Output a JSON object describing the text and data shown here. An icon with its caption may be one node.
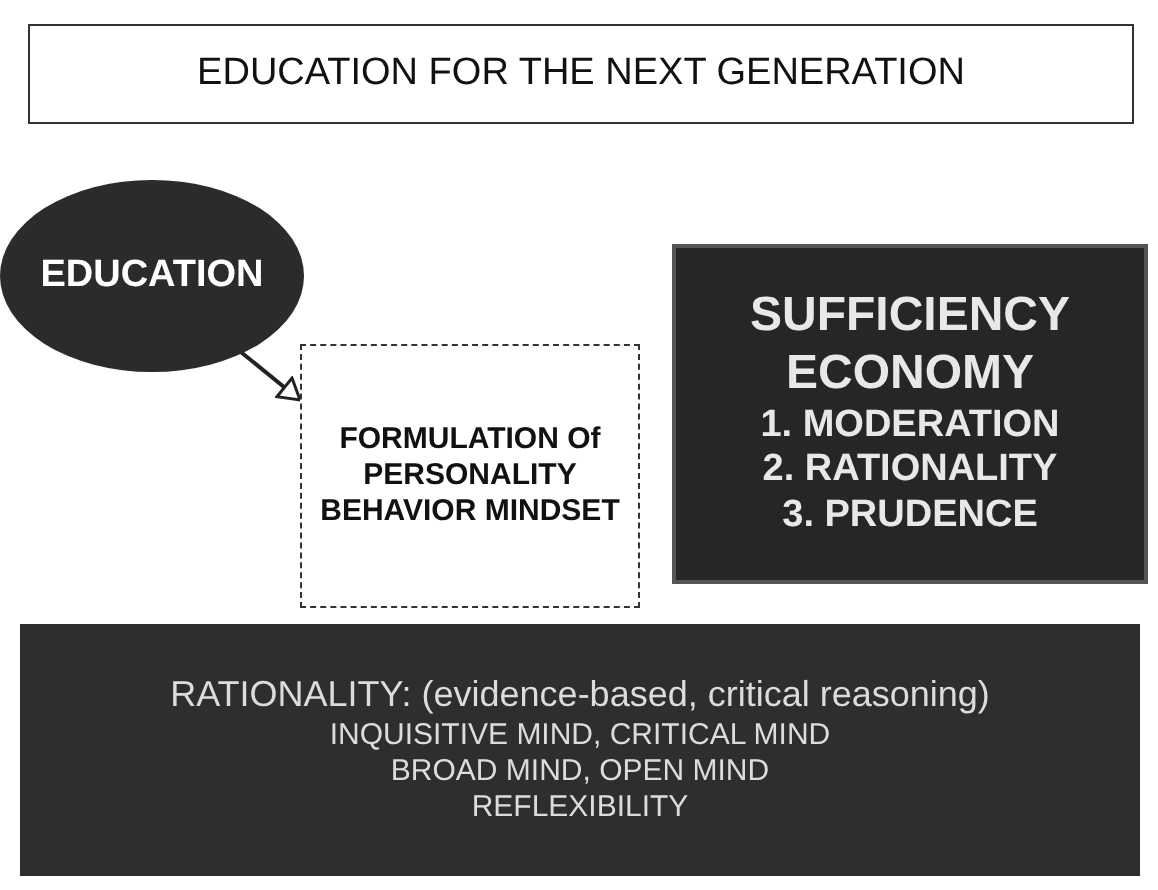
{
  "diagram": {
    "nodes": [
      {
        "text": [
          "EDUCATION FOR THE NEXT GENERATION"
        ]
      },
      {
        "text": [
          "EDUCATION"
        ]
      },
      {
        "text": [
          "FORMULATION Of PERSONALITY BEHAVIOR MINDSET"
        ]
      },
      {
        "text": [
          "SUFFICIENCY ECONOMY",
          "1. MODERATION",
          "2. RATIONALITY",
          "3. PRUDENCE"
        ]
      },
      {
        "text": [
          "RATIONALITY: (evidence-based, critical reasoning)",
          "INQUISITIVE MIND, CRITICAL MIND",
          "BROAD MIND, OPEN MIND",
          "REFLEXIBILITY"
        ]
      }
    ],
    "edges": [
      {
        "from": 1,
        "to": 2,
        "arrow": "to"
      }
    ]
  }
}
